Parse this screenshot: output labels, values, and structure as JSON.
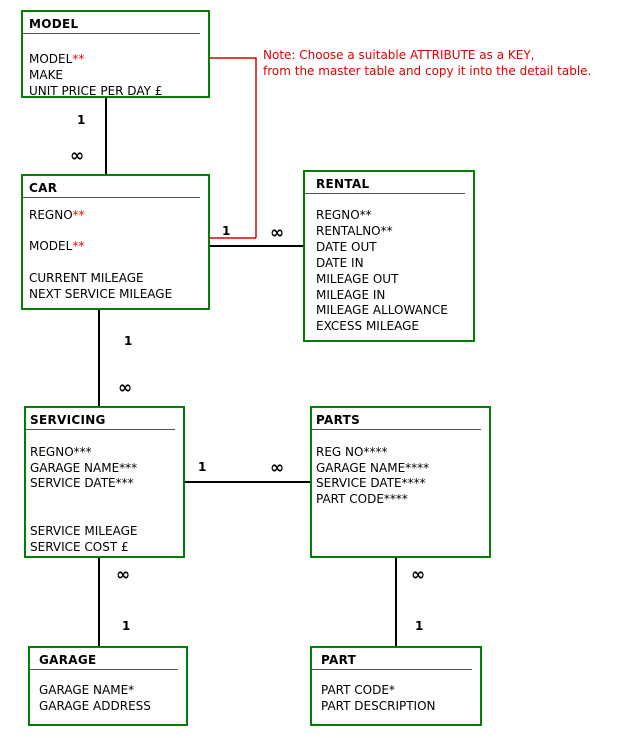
{
  "colors": {
    "entity_border": "#008000",
    "note": "#e00000",
    "line": "#000000"
  },
  "entities": {
    "model": {
      "title": "MODEL",
      "attrs": [
        {
          "text": "MODEL",
          "mark": "**"
        },
        {
          "text": "MAKE",
          "mark": ""
        },
        {
          "text": "UNIT PRICE PER DAY £",
          "mark": ""
        }
      ]
    },
    "car": {
      "title": "CAR",
      "attrs": [
        {
          "text": "REGNO",
          "mark": "**"
        },
        {
          "text": "MODEL",
          "mark": "**"
        },
        {
          "text": "CURRENT MILEAGE",
          "mark": ""
        },
        {
          "text": "NEXT SERVICE MILEAGE",
          "mark": ""
        }
      ]
    },
    "rental": {
      "title": "RENTAL",
      "attrs": [
        {
          "text": "REGNO**",
          "mark": ""
        },
        {
          "text": "RENTALNO**",
          "mark": ""
        },
        {
          "text": "DATE OUT",
          "mark": ""
        },
        {
          "text": "DATE IN",
          "mark": ""
        },
        {
          "text": "MILEAGE OUT",
          "mark": ""
        },
        {
          "text": "MILEAGE IN",
          "mark": ""
        },
        {
          "text": "MILEAGE ALLOWANCE",
          "mark": ""
        },
        {
          "text": "EXCESS MILEAGE",
          "mark": ""
        }
      ]
    },
    "servicing": {
      "title": "SERVICING",
      "attrs": [
        {
          "text": "REGNO***",
          "mark": ""
        },
        {
          "text": "GARAGE NAME***",
          "mark": ""
        },
        {
          "text": "SERVICE DATE***",
          "mark": ""
        },
        {
          "text": "SERVICE MILEAGE",
          "mark": ""
        },
        {
          "text": "SERVICE COST £",
          "mark": ""
        }
      ]
    },
    "parts": {
      "title": "PARTS",
      "attrs": [
        {
          "text": "REG NO****",
          "mark": ""
        },
        {
          "text": "GARAGE NAME****",
          "mark": ""
        },
        {
          "text": "SERVICE DATE****",
          "mark": ""
        },
        {
          "text": "PART CODE****",
          "mark": ""
        }
      ]
    },
    "garage": {
      "title": "GARAGE",
      "attrs": [
        {
          "text": "GARAGE NAME*",
          "mark": ""
        },
        {
          "text": "GARAGE ADDRESS",
          "mark": ""
        }
      ]
    },
    "part": {
      "title": "PART",
      "attrs": [
        {
          "text": "PART CODE*",
          "mark": ""
        },
        {
          "text": "PART DESCRIPTION",
          "mark": ""
        }
      ]
    }
  },
  "cardinality": {
    "one": "1",
    "many": "∞"
  },
  "note": {
    "line1": "Note: Choose a suitable ATTRIBUTE as a KEY,",
    "line2": "from the master table and copy it into the detail table."
  }
}
